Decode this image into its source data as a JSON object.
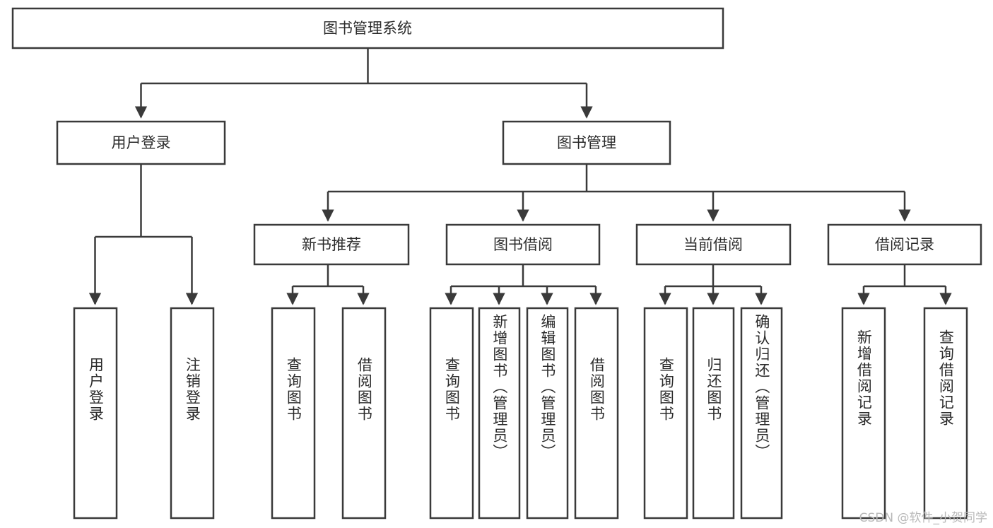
{
  "diagram": {
    "title": "图书管理系统",
    "type": "hierarchy-tree",
    "watermark": "CSDN @软件_小贺同学",
    "colors": {
      "stroke": "#3a3a3a",
      "text": "#2b2b2b",
      "background": "#ffffff",
      "watermark": "#b9b9b9"
    },
    "root": {
      "label": "图书管理系统"
    },
    "level2": [
      {
        "label": "用户登录"
      },
      {
        "label": "图书管理"
      }
    ],
    "level3": [
      {
        "label": "新书推荐"
      },
      {
        "label": "图书借阅"
      },
      {
        "label": "当前借阅"
      },
      {
        "label": "借阅记录"
      }
    ],
    "leaves": {
      "user_login": [
        {
          "label": "用户登录"
        },
        {
          "label": "注销登录"
        }
      ],
      "new_book_recommend": [
        {
          "label": "查询图书"
        },
        {
          "label": "借阅图书"
        }
      ],
      "book_borrow": [
        {
          "label": "查询图书"
        },
        {
          "label": "新增图书（管理员）"
        },
        {
          "label": "编辑图书（管理员）"
        },
        {
          "label": "借阅图书"
        }
      ],
      "current_borrow": [
        {
          "label": "查询图书"
        },
        {
          "label": "归还图书"
        },
        {
          "label": "确认归还（管理员）"
        }
      ],
      "borrow_record": [
        {
          "label": "新增借阅记录"
        },
        {
          "label": "查询借阅记录"
        }
      ]
    }
  }
}
